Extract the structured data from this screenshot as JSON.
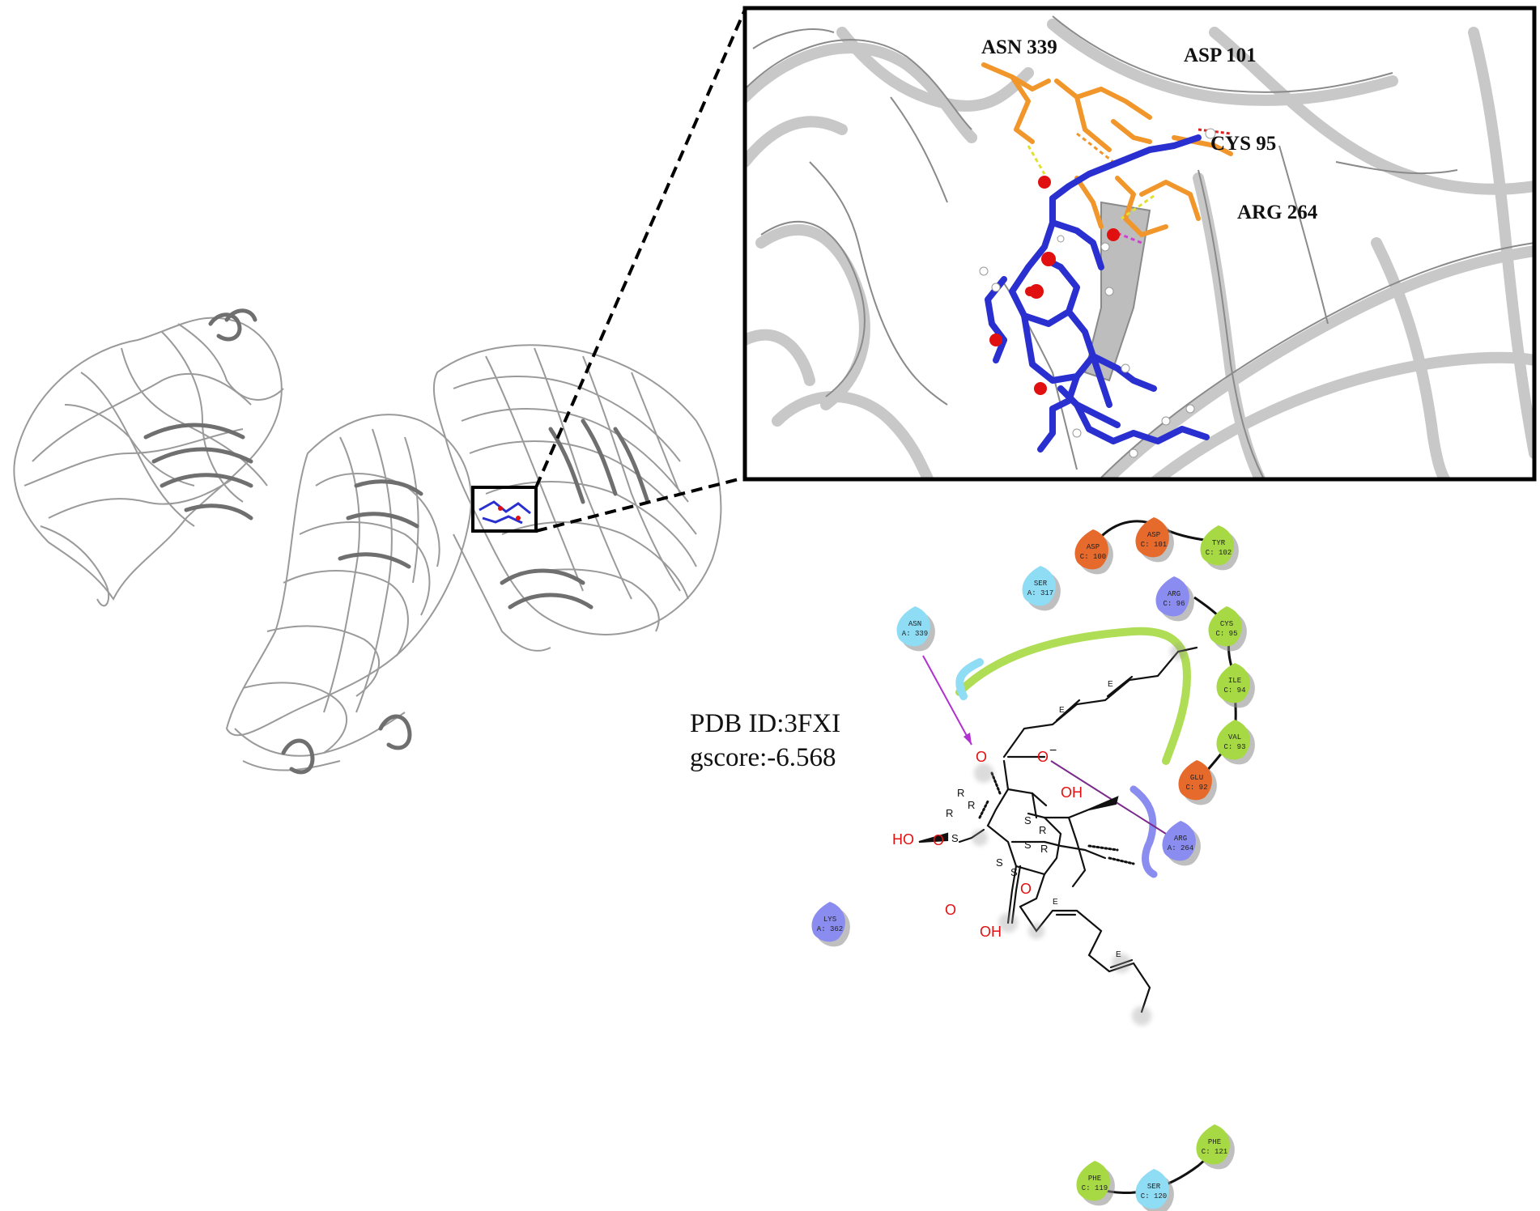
{
  "structure": {
    "pdb_line": "PDB ID:3FXI",
    "gscore_line": "gscore:-6.568"
  },
  "zoom_labels": [
    "ASN 339",
    "ASP 101",
    "CYS 95",
    "ARG 264"
  ],
  "residues": [
    {
      "name": "ASP",
      "id": "C: 100",
      "kind": "negative"
    },
    {
      "name": "ASP",
      "id": "C: 101",
      "kind": "negative"
    },
    {
      "name": "TYR",
      "id": "C: 102",
      "kind": "hydrophobic"
    },
    {
      "name": "SER",
      "id": "A: 317",
      "kind": "polar"
    },
    {
      "name": "ARG",
      "id": "C: 96",
      "kind": "positive"
    },
    {
      "name": "CYS",
      "id": "C: 95",
      "kind": "hydrophobic"
    },
    {
      "name": "ASN",
      "id": "A: 339",
      "kind": "polar"
    },
    {
      "name": "ILE",
      "id": "C: 94",
      "kind": "hydrophobic"
    },
    {
      "name": "VAL",
      "id": "C: 93",
      "kind": "hydrophobic"
    },
    {
      "name": "GLU",
      "id": "C: 92",
      "kind": "negative"
    },
    {
      "name": "ARG",
      "id": "A: 264",
      "kind": "positive"
    },
    {
      "name": "LYS",
      "id": "A: 362",
      "kind": "positive"
    },
    {
      "name": "PHE",
      "id": "C: 119",
      "kind": "hydrophobic"
    },
    {
      "name": "SER",
      "id": "C: 120",
      "kind": "polar"
    },
    {
      "name": "PHE",
      "id": "C: 121",
      "kind": "hydrophobic"
    }
  ],
  "ligand_atoms": {
    "o1": "O",
    "o2": "O",
    "o3": "O",
    "o4": "O",
    "o5": "O",
    "oh1": "OH",
    "oh2": "HO",
    "oh3": "OH",
    "charge": "−",
    "stereo": [
      "R",
      "R",
      "R",
      "S",
      "S",
      "S",
      "S",
      "R",
      "S",
      "R"
    ],
    "geom": [
      "E",
      "E",
      "E",
      "E"
    ]
  },
  "colors": {
    "negative": "#e66a2c",
    "positive": "#8a8cf0",
    "polar": "#8fdcf5",
    "hydrophobic": "#a6d943",
    "ligand_carbon": "#2a2fd0",
    "ligand_oxygen": "#e01010",
    "sidechain": "#f0962a",
    "hbond_arrow": "#b030d0",
    "salt_bridge": "#7a2a8a",
    "oxygen_text": "#e01010"
  }
}
